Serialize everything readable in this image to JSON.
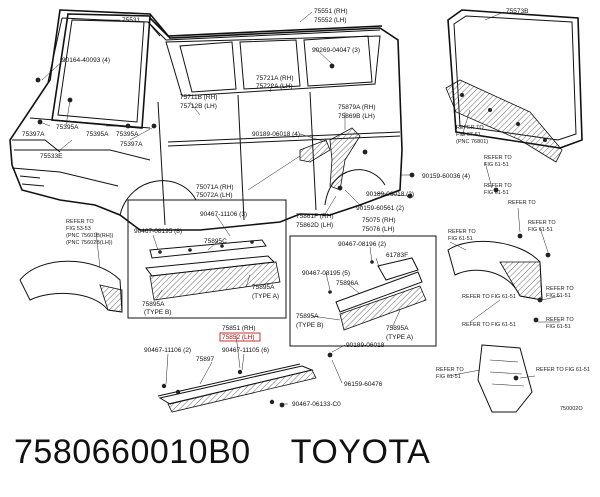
{
  "part_labels": [
    "75531",
    "75551 (RH)",
    "75552 (LH)",
    "75573B",
    "90164-40093 (4)",
    "90269-04047 (3)",
    "75395A",
    "75397A",
    "75395A",
    "75395A",
    "75397A",
    "75533E",
    "75711B (RH)",
    "75712B (LH)",
    "75721A (RH)",
    "75722A (LH)",
    "75879A (RH)",
    "75869B (LH)",
    "90189-06018 (4)",
    "90159-60036 (4)",
    "90189-06018 (2)",
    "90159-60561 (2)",
    "75071A (RH)",
    "75072A (LH)",
    "75861F (RH)",
    "75862D (LH)",
    "75075 (RH)",
    "75076 (LH)",
    "90467-11106 (3)",
    "90467-08195 (8)",
    "75895C",
    "75895A",
    "(TYPE B)",
    "75895A",
    "(TYPE A)",
    "90467-08196 (2)",
    "61783F",
    "90467-08195 (5)",
    "75896A",
    "75895A",
    "(TYPE B)",
    "75895A",
    "(TYPE A)",
    "75851 (RH)",
    "75852 (LH)",
    "90467-11106 (2)",
    "90467-11105 (6)",
    "75897",
    "90189-06018",
    "96159-60476",
    "90467-06133-C0"
  ],
  "references": [
    "REFER TO\nFIG 67-61\n(PNC 76801)",
    "REFER TO\nFIG 61-51",
    "REFER TO\nFIG 61-51",
    "REFER TO\nFIG 61-51",
    "REFER TO\nFIG 53-53\n(PNC 75601B(RH))\n(PNC 75602B(LH))",
    "REFER TO\nFIG 61-51",
    "REFER TO\nFIG 61-51",
    "REFER TO\nFIG 61-51",
    "REFER TO FIG 61-51",
    "REFER TO FIG 61-51",
    "REFER TO\nFIG 61-51",
    "REFER TO\nFIG 61-51"
  ],
  "figure_code": "750002O",
  "caption": {
    "part_number": "7580660010B0",
    "brand": "TOYOTA"
  },
  "highlight_color": "#c00000"
}
